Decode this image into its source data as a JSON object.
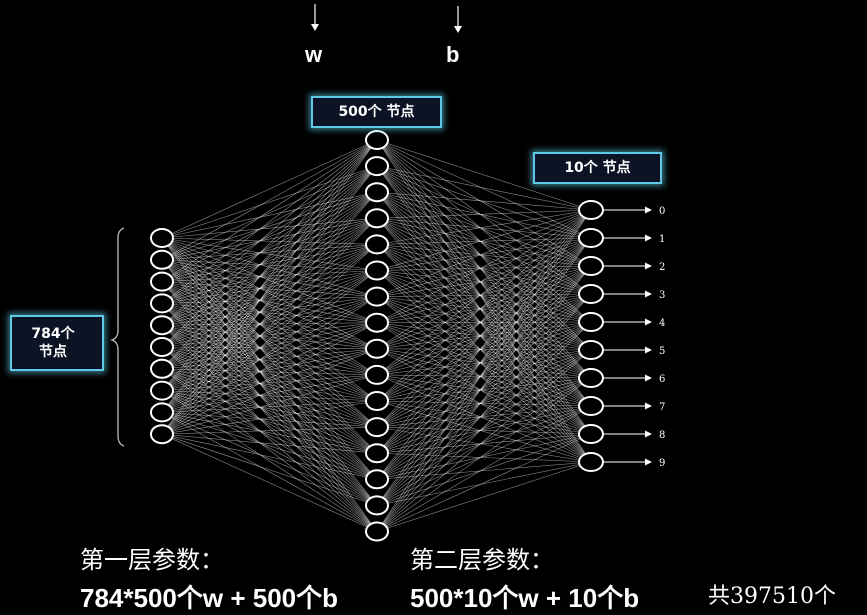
{
  "top_params": {
    "weight": "w",
    "bias": "b"
  },
  "layers": {
    "input": {
      "label_line1": "784个",
      "label_line2": "节点",
      "drawn_nodes": 10
    },
    "hidden": {
      "label": "500个 节点",
      "drawn_nodes": 16
    },
    "output": {
      "label": "10个 节点",
      "drawn_nodes": 10
    }
  },
  "output_digits": [
    "0",
    "1",
    "2",
    "3",
    "4",
    "5",
    "6",
    "7",
    "8",
    "9"
  ],
  "captions": {
    "layer1_title": "第一层参数：",
    "layer1_formula": "784*500个w + 500个b",
    "layer2_title": "第二层参数：",
    "layer2_formula": "500*10个w + 10个b",
    "total": "共397510个"
  },
  "colors": {
    "background": "#000000",
    "line": "#ffffff",
    "box_border": "#5ec8e6",
    "box_fill": "#0b1324"
  }
}
